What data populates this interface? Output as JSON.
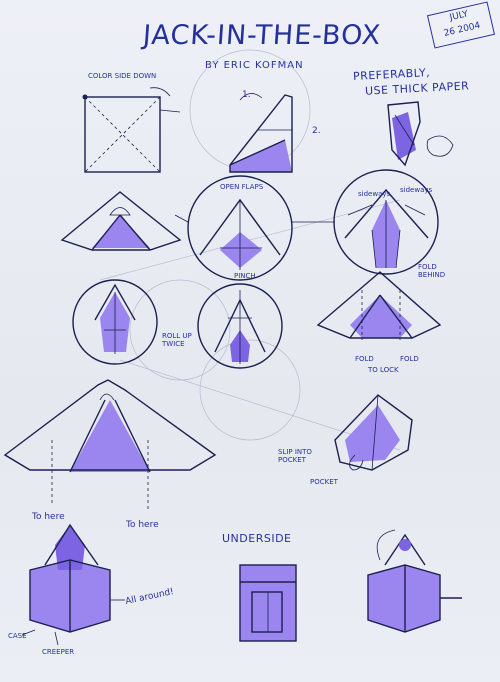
{
  "title": "JACK-IN-THE-BOX",
  "author": "BY ERIC KOFMAN",
  "date_line1": "JULY",
  "date_line2": "26 2004",
  "preference_line1": "PREFERABLY,",
  "preference_line2": "USE THICK PAPER",
  "labels": {
    "color_side_down": "COLOR SIDE DOWN",
    "step1": "1.",
    "step2": "2.",
    "open_flaps": "OPEN FLAPS",
    "sideways": "sideways",
    "sideways2": "sideways",
    "pinch": "PINCH",
    "fold_behind": "FOLD BEHIND",
    "roll_up": "ROLL UP TWICE",
    "fold_left": "FOLD",
    "fold_right": "FOLD",
    "to_lock": "TO LOCK",
    "slip_into_pocket": "SLIP INTO POCKET",
    "pocket": "POCKET",
    "to_here_left": "To here",
    "to_here_right": "To here",
    "underside": "UNDERSIDE",
    "all_around": "All around!",
    "case": "CASE",
    "creeper": "CREEPER"
  },
  "colors": {
    "ink": "#25319a",
    "fill": "#9a86ee",
    "paper": "#eef0f7"
  }
}
